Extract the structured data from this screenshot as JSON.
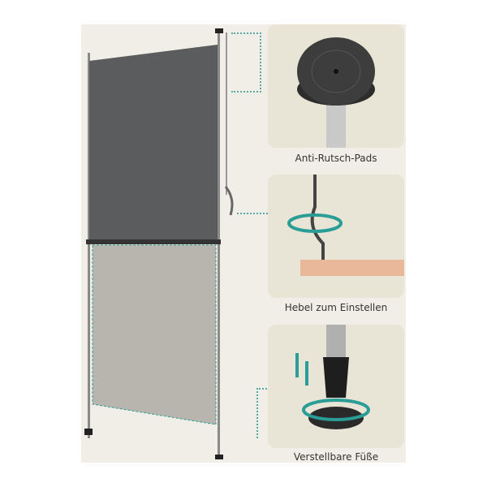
{
  "features": [
    {
      "label": "Anti-Rutsch-Pads",
      "icon": "anti-slip-pad"
    },
    {
      "label": "Hebel zum Einstellen",
      "icon": "adjustment-lever"
    },
    {
      "label": "Verstellbare Füße",
      "icon": "adjustable-foot"
    }
  ],
  "colors": {
    "accent": "#2a9d96",
    "fabric": "#5b5c5e",
    "card": "#e8e4d6"
  }
}
